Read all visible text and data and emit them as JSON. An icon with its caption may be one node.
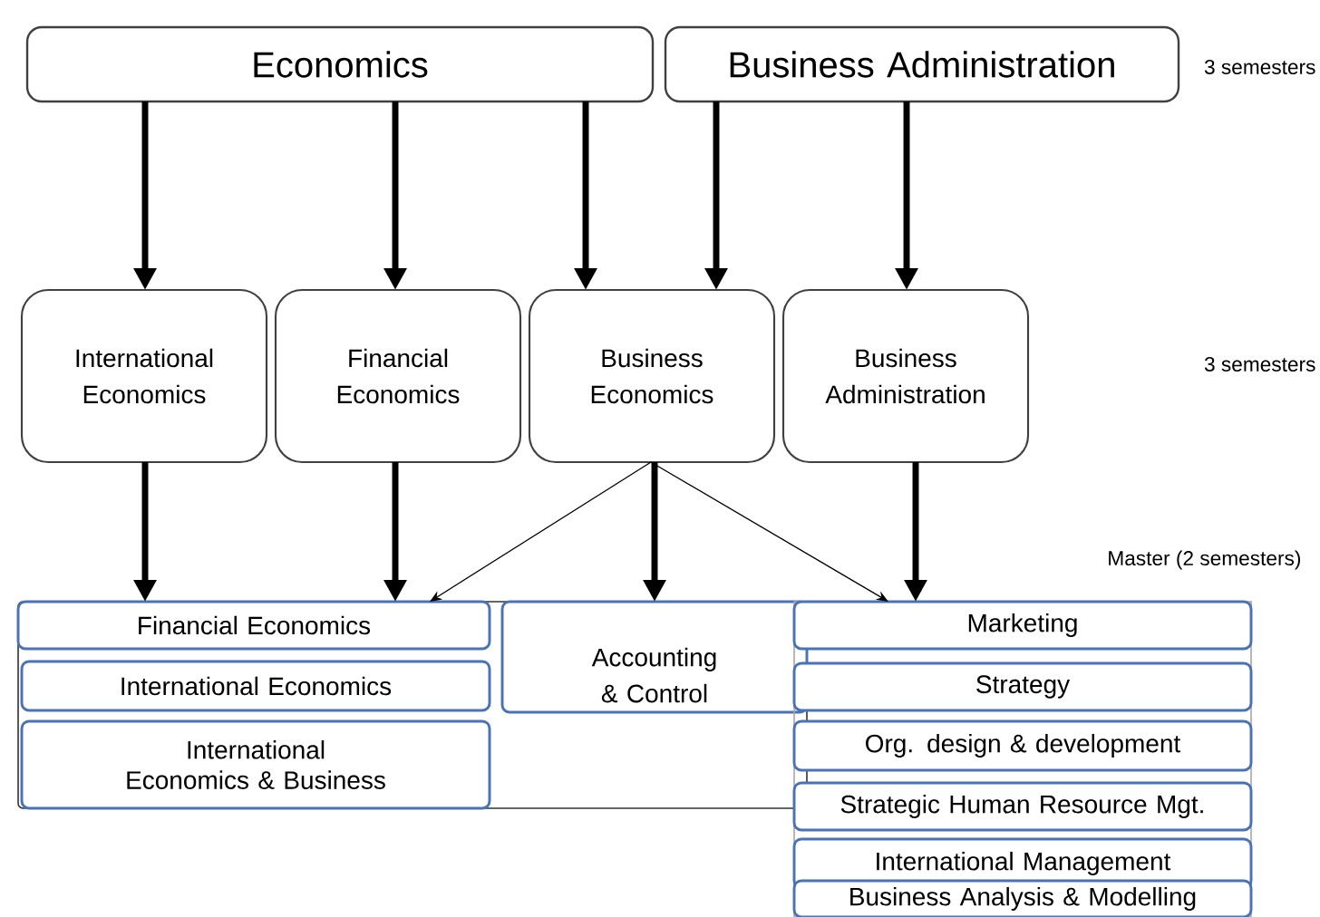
{
  "diagram": {
    "nodes": [
      {
        "text": [
          "Economics"
        ]
      },
      {
        "text": [
          "Business Administration"
        ]
      },
      {
        "text": [
          "International Economics"
        ]
      },
      {
        "text": [
          "Financial Economics"
        ]
      },
      {
        "text": [
          "Business Economics"
        ]
      },
      {
        "text": [
          "Business Administration"
        ]
      },
      {
        "text": [],
        "shape": "box"
      },
      {
        "text": [
          "Financial Economics"
        ],
        "in": 6
      },
      {
        "text": [
          "International Economics"
        ],
        "in": 6
      },
      {
        "text": [
          "International Economics & Business"
        ],
        "in": 6
      },
      {
        "text": [
          "Accounting & Control"
        ],
        "in": 6
      },
      {
        "text": [],
        "shape": "box"
      },
      {
        "text": [
          "Marketing"
        ],
        "in": 11
      },
      {
        "text": [
          "Strategy"
        ],
        "in": 11
      },
      {
        "text": [
          "Org.  design & development"
        ],
        "in": 11
      },
      {
        "text": [
          "Strategic Human Resource Mgt."
        ],
        "in": 11
      },
      {
        "text": [
          "International Management"
        ],
        "in": 11
      },
      {
        "text": [
          "Business Analysis & Modelling"
        ],
        "in": 11
      }
    ],
    "edges": [
      {
        "from": 0,
        "to": 2,
        "arrow": "to"
      },
      {
        "from": 0,
        "to": 3,
        "arrow": "to"
      },
      {
        "from": 0,
        "to": 4,
        "arrow": "to"
      },
      {
        "from": 1,
        "to": 4,
        "arrow": "to"
      },
      {
        "from": 1,
        "to": 5,
        "arrow": "to"
      },
      {
        "from": 2,
        "to": 7,
        "arrow": "to"
      },
      {
        "from": 3,
        "to": 7,
        "arrow": "to"
      },
      {
        "from": 4,
        "to": 7,
        "arrow": "to"
      },
      {
        "from": 4,
        "to": 10,
        "arrow": "to"
      },
      {
        "from": 4,
        "to": 12,
        "arrow": "to"
      },
      {
        "from": 5,
        "to": 12,
        "arrow": "to"
      }
    ],
    "labels": [
      "3 semesters",
      "3 semesters",
      "Master (2 semesters)"
    ]
  }
}
